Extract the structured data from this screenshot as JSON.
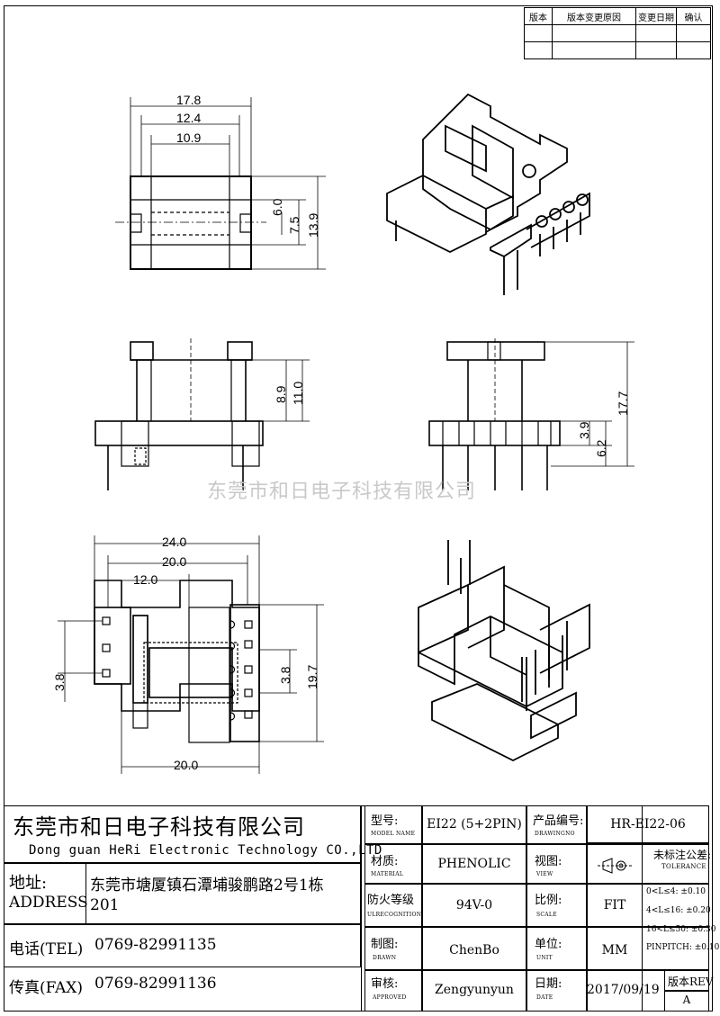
{
  "revision_table": {
    "headers": [
      "版本",
      "版本变更原因",
      "变更日期",
      "确认"
    ]
  },
  "dimensions": {
    "top_view": [
      "17.8",
      "12.4",
      "10.9",
      "6.0",
      "7.5",
      "13.9"
    ],
    "side_view": [
      "8.9",
      "11.0"
    ],
    "front_view": [
      "3.9",
      "6.2",
      "17.7"
    ],
    "bottom_view": [
      "24.0",
      "20.0",
      "12.0",
      "3.8",
      "3.8",
      "19.7",
      "20.0"
    ]
  },
  "watermark": "东莞市和日电子科技有限公司",
  "company": {
    "name_cn": "东莞市和日电子科技有限公司",
    "name_en": "Dong guan HeRi Electronic Technology CO.,LTD",
    "address_label": "地址:",
    "address_label_en": "ADDRESS",
    "address_line1": "东莞市塘厦镇石潭埔骏鹏路2号1栋",
    "address_line2": "201",
    "tel_label": "电话(TEL)",
    "tel": "0769-82991135",
    "fax_label": "传真(FAX)",
    "fax": "0769-82991136"
  },
  "fields": {
    "model_label": "型号:",
    "model_sub": "MODEL NAME",
    "model_value": "EI22 (5+2PIN)",
    "material_label": "材质:",
    "material_sub": "MATERIAL",
    "material_value": "PHENOLIC",
    "ul_label": "防火等级",
    "ul_sub": "ULRECOGNITION",
    "ul_value": "94V-0",
    "drawn_label": "制图:",
    "drawn_sub": "DRAWN",
    "drawn_value": "ChenBo",
    "approved_label": "审核:",
    "approved_sub": "APPROVED",
    "approved_value": "Zengyunyun",
    "drawing_no_label": "产品编号:",
    "drawing_no_sub": "DRAWINGNO",
    "drawing_no_value": "HR-EI22-06",
    "view_label": "视图:",
    "view_sub": "VIEW",
    "scale_label": "比例:",
    "scale_sub": "SCALE",
    "scale_value": "FIT",
    "unit_label": "单位:",
    "unit_sub": "UNIT",
    "unit_value": "MM",
    "date_label": "日期:",
    "date_sub": "DATE",
    "date_value": "2017/09/19",
    "tolerance_label": "未标注公差:",
    "tolerance_sub": "TOLERANCE",
    "tol1": "0<L≤4: ±0.10",
    "tol2": "4<L≤16: ±0.20",
    "tol3": "16<L≤50: ±0.30",
    "tol4": "PINPITCH: ±0.10",
    "rev_label": "版本REV",
    "rev_value": "A"
  }
}
